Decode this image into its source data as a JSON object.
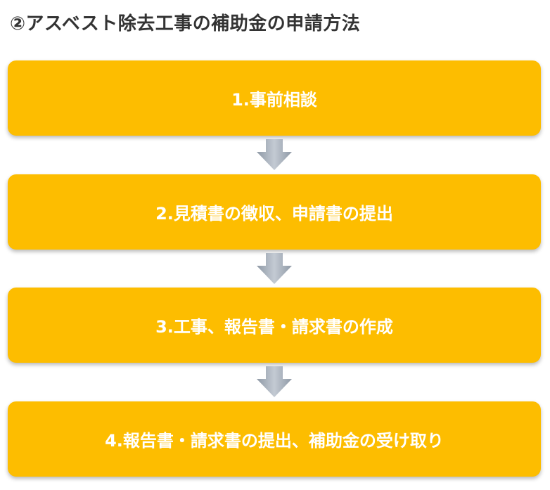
{
  "heading": "②アスベスト除去工事の補助金の申請方法",
  "colors": {
    "box": "#fdbd00",
    "box_text": "#ffffff",
    "arrow": "#a7b0bc",
    "heading_text": "#333333"
  },
  "steps": [
    {
      "label": "1.事前相談"
    },
    {
      "label": "2.見積書の徴収、申請書の提出"
    },
    {
      "label": "3.工事、報告書・請求書の作成"
    },
    {
      "label": "4.報告書・請求書の提出、補助金の受け取り"
    }
  ],
  "connector_icon": "down-arrow-icon"
}
